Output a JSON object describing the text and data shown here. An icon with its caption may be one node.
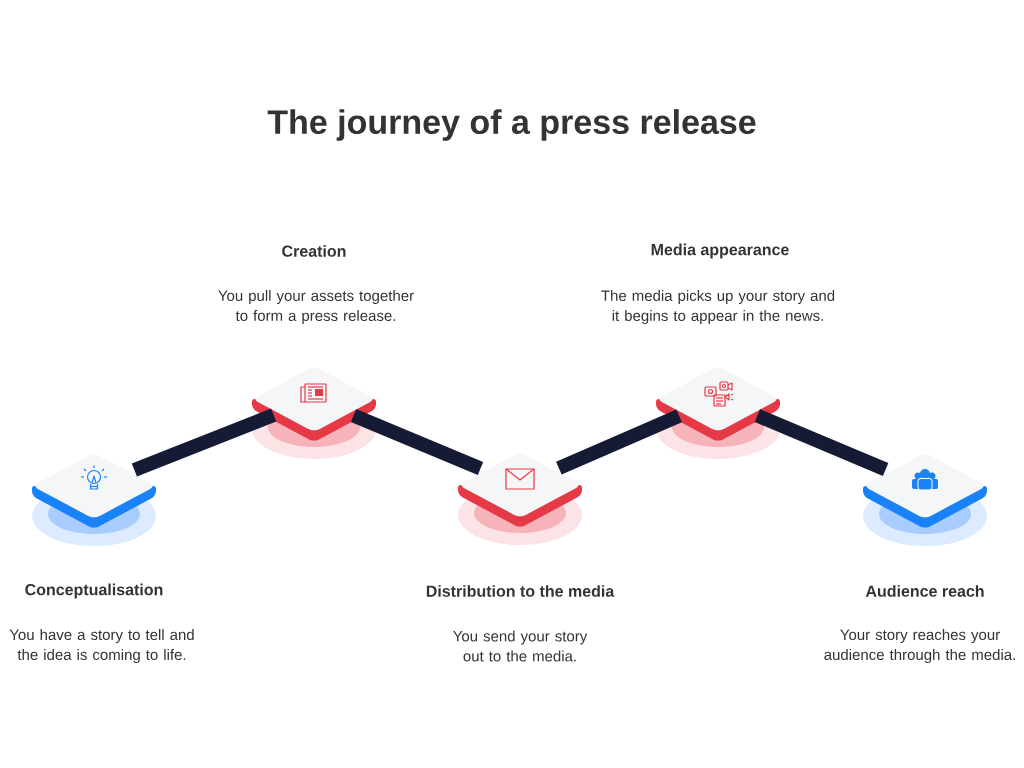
{
  "diagram": {
    "title": "The journey of a press release",
    "nodes": [
      {
        "text": [],
        "shape": "diamond",
        "beside": [
          "Conceptualisation",
          "You have a story to tell and the idea is coming to life."
        ]
      },
      {
        "text": [],
        "shape": "diamond",
        "beside": [
          "Creation",
          "You pull your assets together to form a press release."
        ]
      },
      {
        "text": [],
        "shape": "diamond",
        "beside": [
          "Distribution to the media",
          "You send your story out to the media."
        ]
      },
      {
        "text": [],
        "shape": "diamond",
        "beside": [
          "Media appearance",
          "The media picks up your story and it begins to appear in the news."
        ]
      },
      {
        "text": [],
        "shape": "diamond",
        "beside": [
          "Audience reach",
          "Your story reaches your audience through the media."
        ]
      }
    ],
    "edges": [
      {
        "from": 0,
        "to": 1,
        "arrow": "none"
      },
      {
        "from": 1,
        "to": 2,
        "arrow": "none"
      },
      {
        "from": 2,
        "to": 3,
        "arrow": "none"
      },
      {
        "from": 3,
        "to": 4,
        "arrow": "none"
      }
    ]
  }
}
